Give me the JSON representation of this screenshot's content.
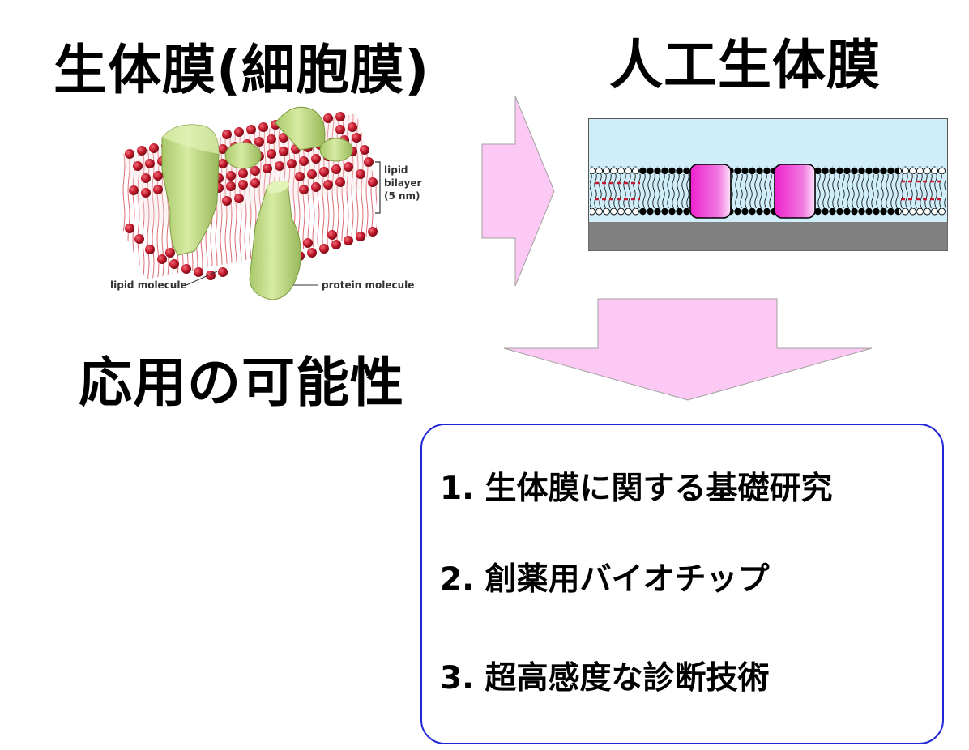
{
  "titles": {
    "biomembrane": "生体膜(細胞膜)",
    "artificial": "人工生体膜",
    "applications": "応用の可能性"
  },
  "membrane_labels": {
    "lipid_bilayer_line1": "lipid",
    "lipid_bilayer_line2": "bilayer",
    "lipid_bilayer_line3": "(5 nm)",
    "lipid_molecule": "lipid molecule",
    "protein_molecule": "protein molecule"
  },
  "applications": {
    "items": [
      {
        "number": "1.",
        "text": "生体膜に関する基礎研究"
      },
      {
        "number": "2.",
        "text": "創薬用バイオチップ"
      },
      {
        "number": "3.",
        "text": "超高感度な診断技術"
      }
    ]
  },
  "colors": {
    "arrow_fill": "#fcc9f4",
    "arrow_stroke": "#a0a0a0",
    "box_border": "#1f27d4",
    "water": "#cfeefa",
    "substrate": "#808080",
    "protein_magenta": "#ee22cc",
    "lipid_head_red": "#c2182b",
    "protein_green": "#c7e08a"
  }
}
